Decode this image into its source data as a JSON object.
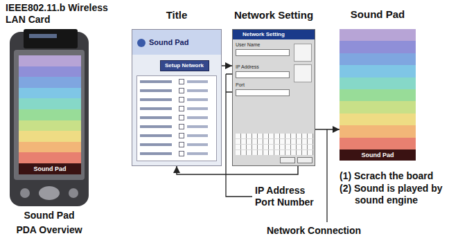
{
  "diagram": {
    "nodes": [
      {
        "text": [
          "Sound Pad"
        ]
      },
      {
        "text": [
          "Title",
          "Sound Pad"
        ]
      },
      {
        "text": [
          "Setup Network"
        ],
        "in": 1
      },
      {
        "text": [
          "Network Setting",
          "Network Setting",
          "User Name",
          "IP Address",
          "Port"
        ]
      },
      {
        "text": [
          "Sound Pad",
          "Sound Pad"
        ]
      }
    ],
    "edges": [
      {
        "from": 2,
        "to": 3,
        "arrow": "to"
      },
      {
        "from": 3,
        "to": 4,
        "arrow": "to"
      },
      {
        "from": 3,
        "to": 1,
        "arrow": "to"
      }
    ],
    "labels": [
      "IEEE802.11.b Wireless LAN Card",
      "Sound Pad",
      "PDA Overview",
      "IP Address Port Number",
      "Network Connection",
      "(1) Scrach the board",
      "(2) Sound is played by sound engine"
    ]
  }
}
